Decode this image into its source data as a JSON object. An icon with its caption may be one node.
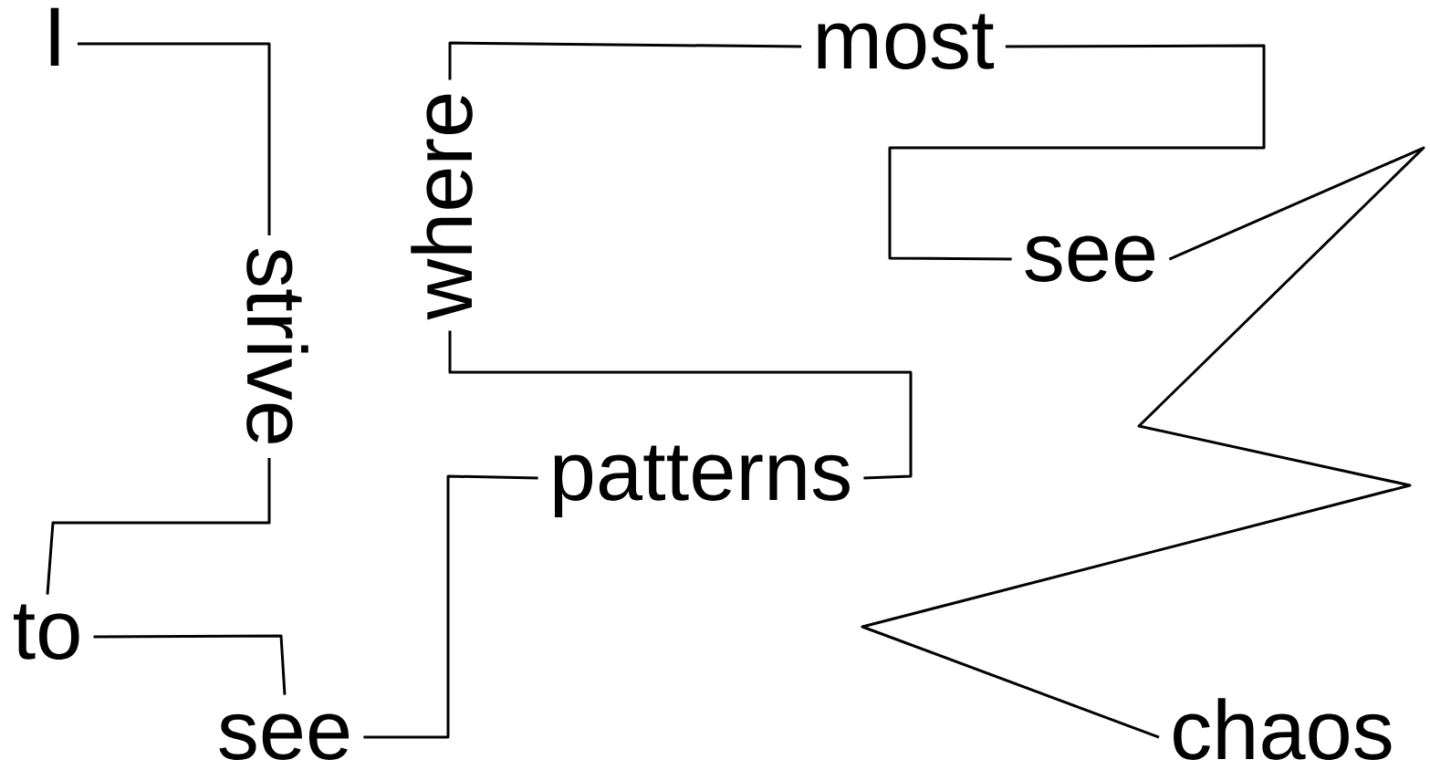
{
  "diagram": {
    "nodes": [
      {
        "text": [
          "I"
        ]
      },
      {
        "text": [
          "strive"
        ]
      },
      {
        "text": [
          "to"
        ]
      },
      {
        "text": [
          "see"
        ]
      },
      {
        "text": [
          "patterns"
        ]
      },
      {
        "text": [
          "where"
        ]
      },
      {
        "text": [
          "most"
        ]
      },
      {
        "text": [
          "see"
        ]
      },
      {
        "text": [
          "chaos"
        ]
      }
    ],
    "edges": [
      {
        "from": 0,
        "to": 1,
        "arrow": "none"
      },
      {
        "from": 1,
        "to": 2,
        "arrow": "none"
      },
      {
        "from": 2,
        "to": 3,
        "arrow": "none"
      },
      {
        "from": 3,
        "to": 4,
        "arrow": "none"
      },
      {
        "from": 4,
        "to": 5,
        "arrow": "none"
      },
      {
        "from": 5,
        "to": 6,
        "arrow": "none"
      },
      {
        "from": 6,
        "to": 7,
        "arrow": "none"
      },
      {
        "from": 7,
        "to": 8,
        "arrow": "none"
      }
    ]
  }
}
